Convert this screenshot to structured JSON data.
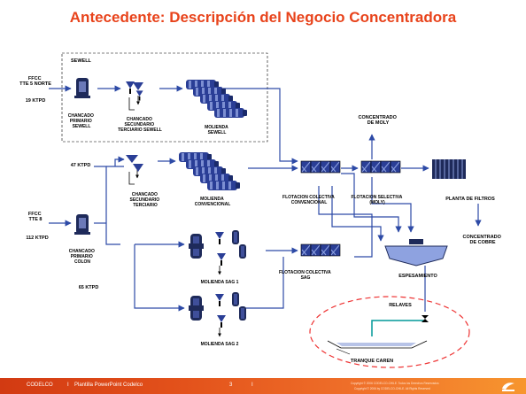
{
  "title": "Antecedente: Descripción del Negocio Concentradora",
  "colors": {
    "accent": "#e8431b",
    "equipment": "#2a3e96",
    "flow": "#2d4aa6",
    "relaves_pipe": "#009999",
    "circle": "#e33"
  },
  "sources": {
    "sewell_box": "SEWELL",
    "ffcc_tte5": [
      "FFCC",
      "TTE 5 NORTE"
    ],
    "kpd_19": "19 KTPD",
    "ffcc_tte8": [
      "FFCC",
      "TTE 8"
    ],
    "kpd_112": "112 KTPD",
    "kpd_47": "47 KTPD",
    "kpd_65": "65 KTPD"
  },
  "labels": {
    "chancado_primario_sewell": [
      "CHANCADO",
      "PRIMARIO",
      "SEWELL"
    ],
    "chancado_sec_ter_sewell": [
      "CHANCADO",
      "SECUNDARIO",
      "TERCIARIO SEWELL"
    ],
    "molienda_sewell": [
      "MOLIENDA",
      "SEWELL"
    ],
    "chancado_sec_ter": [
      "CHANCADO",
      "SECUNDARIO",
      "TERCIARIO"
    ],
    "molienda_convencional": [
      "MOLIENDA",
      "CONVENCIONAL"
    ],
    "chancado_primario_colon": [
      "CHANCADO",
      "PRIMARIO",
      "COLON"
    ],
    "molienda_sag1": "MOLIENDA SAG 1",
    "molienda_sag2": "MOLIENDA SAG 2",
    "flotacion_colectiva_conv": [
      "FLOTACION COLECTIVA",
      "CONVENCIONAL"
    ],
    "flotacion_colectiva_sag": [
      "FLOTACION COLECTIVA",
      "SAG"
    ],
    "flotacion_selectiva": [
      "FLOTACION SELECTIVA",
      "(MOLY)"
    ],
    "concentrado_moly": [
      "CONCENTRADO",
      "DE MOLY"
    ],
    "planta_filtros": "PLANTA DE FILTROS",
    "concentrado_cobre": [
      "CONCENTRADO",
      "DE COBRE"
    ],
    "espesamiento": "ESPESAMIENTO",
    "relaves": "RELAVES",
    "tranque_caren": "TRANQUE CAREN"
  },
  "footer": {
    "brand": "CODELCO",
    "separator": "I",
    "template": "Plantilla PowerPoint Codelco",
    "page": "3",
    "copyright_1": "Copyright © 2006 CODELCO-CHILE. Todos los Derechos Reservados",
    "copyright_2": "Copyright © 2006 by CODELCO-CHILE. All Rights Reserved"
  }
}
